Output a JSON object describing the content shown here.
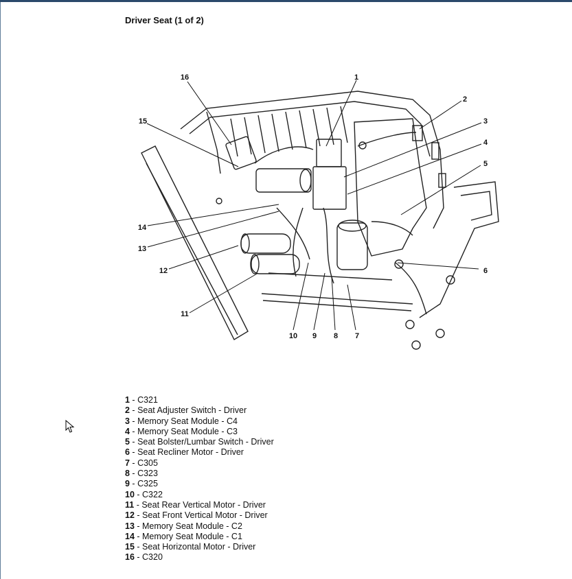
{
  "title": "Driver Seat (1 of 2)",
  "diagram": {
    "callouts": [
      {
        "num": "1",
        "label": "C321"
      },
      {
        "num": "2",
        "label": "Seat Adjuster Switch - Driver"
      },
      {
        "num": "3",
        "label": "Memory Seat Module - C4"
      },
      {
        "num": "4",
        "label": "Memory Seat Module - C3"
      },
      {
        "num": "5",
        "label": "Seat Bolster/Lumbar Switch - Driver"
      },
      {
        "num": "6",
        "label": "Seat Recliner Motor - Driver"
      },
      {
        "num": "7",
        "label": "C305"
      },
      {
        "num": "8",
        "label": "C323"
      },
      {
        "num": "9",
        "label": "C325"
      },
      {
        "num": "10",
        "label": "C322"
      },
      {
        "num": "11",
        "label": "Seat Rear Vertical Motor - Driver"
      },
      {
        "num": "12",
        "label": "Seat Front Vertical Motor - Driver"
      },
      {
        "num": "13",
        "label": "Memory Seat Module - C2"
      },
      {
        "num": "14",
        "label": "Memory Seat Module - C1"
      },
      {
        "num": "15",
        "label": "Seat Horizontal Motor - Driver"
      },
      {
        "num": "16",
        "label": "C320"
      }
    ]
  },
  "legend_separator": " - ",
  "icons": {
    "cursor": "mouse-pointer-icon"
  }
}
